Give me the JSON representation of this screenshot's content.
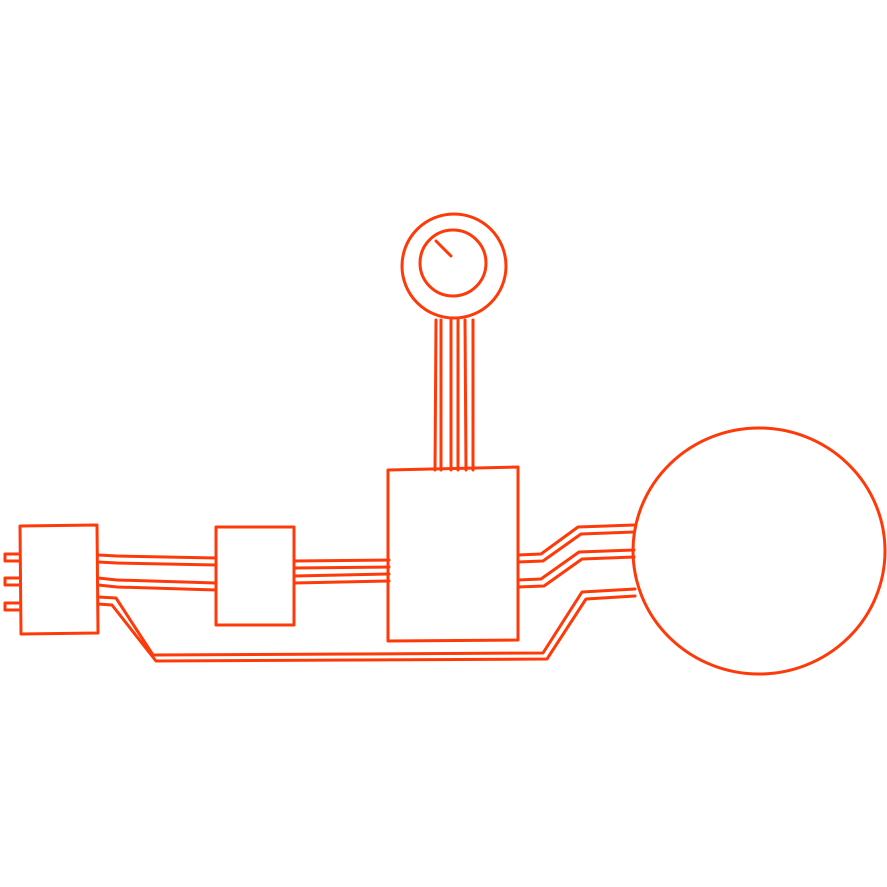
{
  "diagram": {
    "style": "hand-drawn line sketch",
    "colors": {
      "stroke": "#ff3a0a",
      "background": "#ffffff"
    },
    "components": [
      {
        "id": "left-box",
        "kind": "module",
        "icon": "plug-connector-icon"
      },
      {
        "id": "middle-box",
        "kind": "module",
        "icon": "module-icon"
      },
      {
        "id": "main-box",
        "kind": "module",
        "icon": "main-unit-icon"
      },
      {
        "id": "dial",
        "kind": "knob",
        "icon": "dial-knob-icon"
      },
      {
        "id": "large-circle",
        "kind": "round-unit",
        "icon": "circle-icon"
      }
    ],
    "connections": [
      {
        "from": "left-box",
        "to": "middle-box",
        "wires": 2
      },
      {
        "from": "middle-box",
        "to": "main-box",
        "wires": 2
      },
      {
        "from": "main-box",
        "to": "large-circle",
        "wires": 2
      },
      {
        "from": "main-box",
        "to": "dial",
        "wires": 3
      },
      {
        "from": "left-box",
        "to": "large-circle",
        "wires": 1
      }
    ],
    "left_box_pins": 3
  }
}
